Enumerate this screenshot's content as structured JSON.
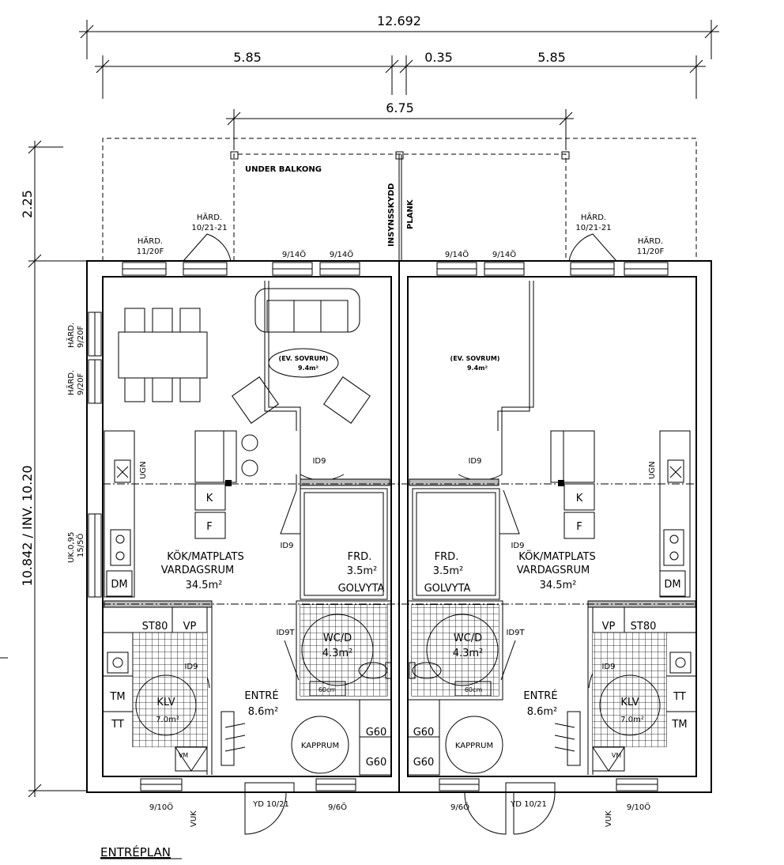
{
  "plan_title": "ENTRÉPLAN",
  "dimensions": {
    "total_width": "12.692",
    "left_unit": "5.85",
    "gap": "0.35",
    "right_unit": "5.85",
    "balcony_width": "6.75",
    "balcony_depth": "2.25",
    "depth": "10.842 / INV. 10.20"
  },
  "labels": {
    "under_balkong": "UNDER BALKONG",
    "insynsskydd": "INSYNSSKYDD",
    "plank": "PLANK",
    "hard_door_1": "HÄRD.",
    "hard_door_2": "10/21-21",
    "hard_win_1": "HÄRD.",
    "hard_win_2": "11/20F",
    "win_14o": "9/14Ö",
    "side_win_1": "HÄRD.",
    "side_win_2": "9/20F",
    "uk_1": "UK.0,95",
    "uk_2": "15/5Ö",
    "ugn": "UGN",
    "ev_sovrum": "(EV. SOVRUM)",
    "ev_area": "9.4m²",
    "id9": "ID9",
    "id9t": "ID9T",
    "k": "K",
    "f": "F",
    "dm": "DM",
    "kok_1": "KÖK/MATPLATS",
    "kok_2": "VARDAGSRUM",
    "kok_area": "34.5m²",
    "frd": "FRD.",
    "frd_area": "3.5m²",
    "golvyta": "GOLVYTA",
    "st80": "ST80",
    "vp": "VP",
    "wc": "WC/D",
    "wc_area": "4.3m²",
    "tm": "TM",
    "tt": "TT",
    "klv": "KLV",
    "klv_area": "7.0m²",
    "entre": "ENTRÉ",
    "entre_area": "8.6m²",
    "kapprum": "KAPPRUM",
    "g60": "G60",
    "vm": "VM",
    "win_10o": "9/10Ö",
    "win_6o": "9/6Ö",
    "yd": "YD 10/21",
    "vuk": "VUK",
    "sink": "60cm"
  }
}
